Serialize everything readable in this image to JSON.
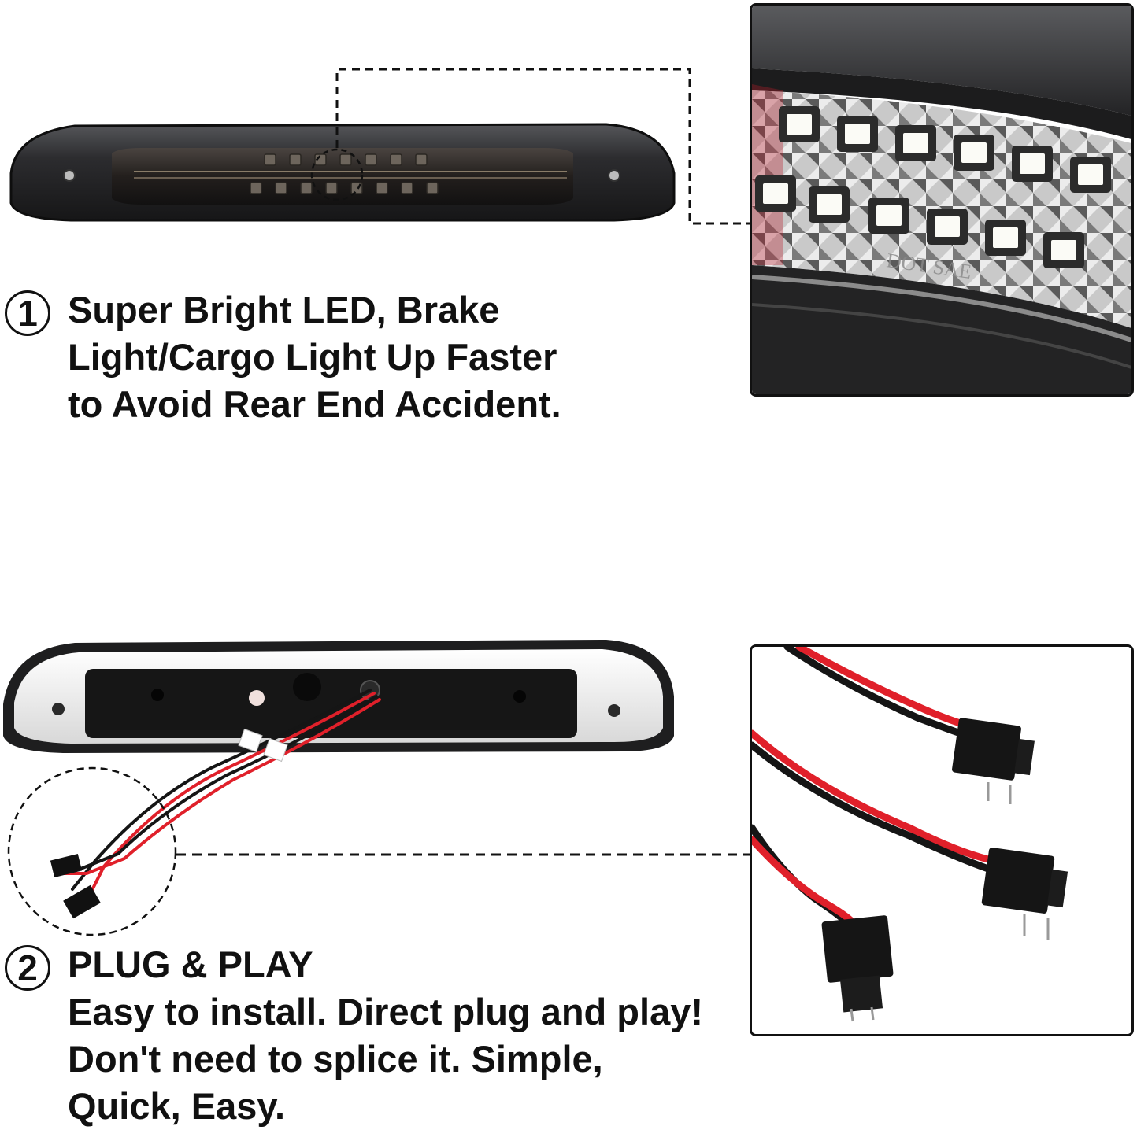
{
  "features": [
    {
      "number": "1",
      "lines": [
        "Super Bright LED, Brake",
        "Light/Cargo Light Up Faster",
        "to Avoid Rear End Accident."
      ]
    },
    {
      "number": "2",
      "lines": [
        "PLUG & PLAY",
        "Easy to install. Direct plug and play!",
        "Don't need to splice it. Simple,",
        "Quick, Easy."
      ]
    }
  ],
  "product": {
    "lens_marking": "DOT SAE"
  },
  "colors": {
    "text": "#111111",
    "housing": "#2a2a2c",
    "led": "#f2f2ee",
    "wire_red": "#e0202a",
    "wire_black": "#151515",
    "background": "#ffffff"
  }
}
